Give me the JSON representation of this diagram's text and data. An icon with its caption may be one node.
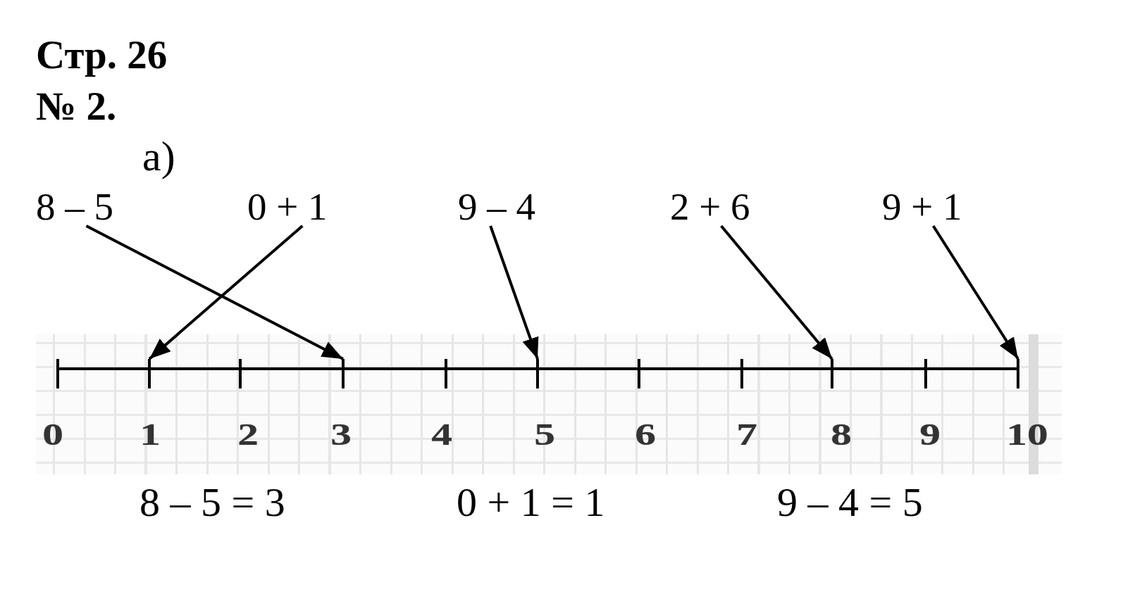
{
  "diagram": {
    "title": "Стр. 26",
    "nodes": [
      {
        "text": [
          "8 – 5"
        ]
      },
      {
        "text": [
          "0 + 1"
        ]
      },
      {
        "text": [
          "9 – 4"
        ]
      },
      {
        "text": [
          "2 + 6"
        ]
      },
      {
        "text": [
          "9 + 1"
        ]
      },
      {
        "text": [],
        "shape": "bar",
        "beside": [
          "0"
        ]
      },
      {
        "text": [],
        "shape": "bar",
        "beside": [
          "1"
        ]
      },
      {
        "text": [],
        "shape": "bar",
        "beside": [
          "2"
        ]
      },
      {
        "text": [],
        "shape": "bar",
        "beside": [
          "3"
        ]
      },
      {
        "text": [],
        "shape": "bar",
        "beside": [
          "4"
        ]
      },
      {
        "text": [],
        "shape": "bar",
        "beside": [
          "5"
        ]
      },
      {
        "text": [],
        "shape": "bar",
        "beside": [
          "6"
        ]
      },
      {
        "text": [],
        "shape": "bar",
        "beside": [
          "7"
        ]
      },
      {
        "text": [],
        "shape": "bar",
        "beside": [
          "8"
        ]
      },
      {
        "text": [],
        "shape": "bar",
        "beside": [
          "9"
        ]
      },
      {
        "text": [],
        "shape": "bar",
        "beside": [
          "10"
        ]
      }
    ],
    "edges": [
      {
        "from": 0,
        "to": 8,
        "arrow": "to"
      },
      {
        "from": 1,
        "to": 6,
        "arrow": "to"
      },
      {
        "from": 2,
        "to": 10,
        "arrow": "to"
      },
      {
        "from": 3,
        "to": 13,
        "arrow": "to"
      },
      {
        "from": 4,
        "to": 15,
        "arrow": "to"
      }
    ],
    "labels": [
      "№ 2.",
      "а)",
      "8 – 5 = 3",
      "0 + 1 = 1",
      "9 – 4 = 5"
    ]
  }
}
